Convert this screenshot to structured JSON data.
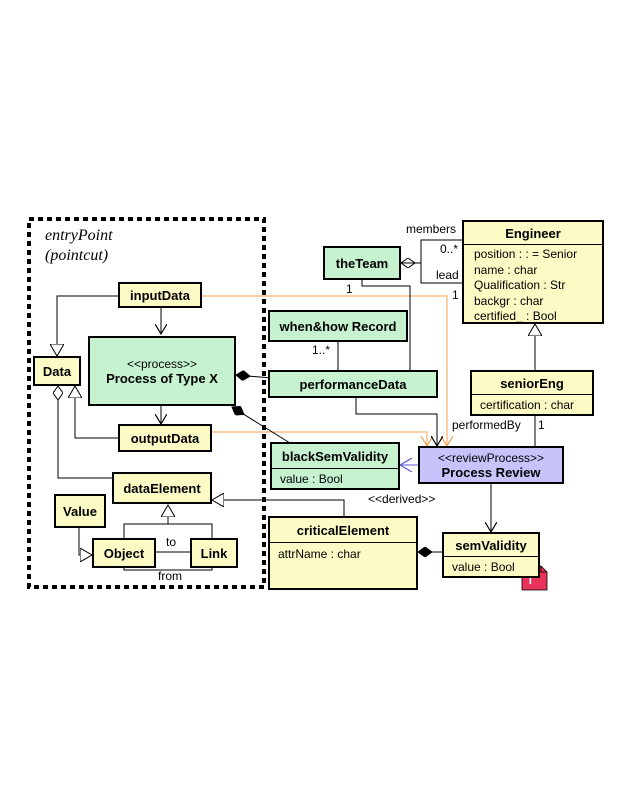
{
  "aspect": {
    "title_line1": "entryPoint",
    "title_line2": "(pointcut)"
  },
  "classes": {
    "inputData": "inputData",
    "process_stereotype": "<<process>>",
    "process_name": "Process of Type X",
    "outputData": "outputData",
    "data": "Data",
    "dataElement": "dataElement",
    "value": "Value",
    "object": "Object",
    "link": "Link",
    "theTeam": "theTeam",
    "whenHowRecord": "when&how Record",
    "performanceData": "performanceData",
    "blackSemValidity": "blackSemValidity",
    "blackSemValidity_attr": "value : Bool",
    "review_stereotype": "<<reviewProcess>>",
    "review_name": "Process Review",
    "criticalElement": "criticalElement",
    "criticalElement_attr": "attrName : char",
    "semValidity": "semValidity",
    "semValidity_attr": "value : Bool",
    "engineer": "Engineer",
    "engineer_attrs": [
      "position : : = Senior",
      "name : char",
      "Qualification : Str",
      "backgr : char",
      "certified_ : Bool"
    ],
    "seniorEng": "seniorEng",
    "seniorEng_attr": "certification : char"
  },
  "labels": {
    "to": "to",
    "from": "from",
    "members": "members",
    "members_mult": "0..*",
    "lead": "lead",
    "lead_mult": "1",
    "team_mult": "1",
    "record_mult": "1..*",
    "performedBy": "performedBy",
    "performedBy_mult": "1",
    "derived": "<<derived>>"
  },
  "colors": {
    "note_icon": "#e8325a",
    "dependency_orange": "#f0a050",
    "realization_blue": "#5b5bd6"
  }
}
